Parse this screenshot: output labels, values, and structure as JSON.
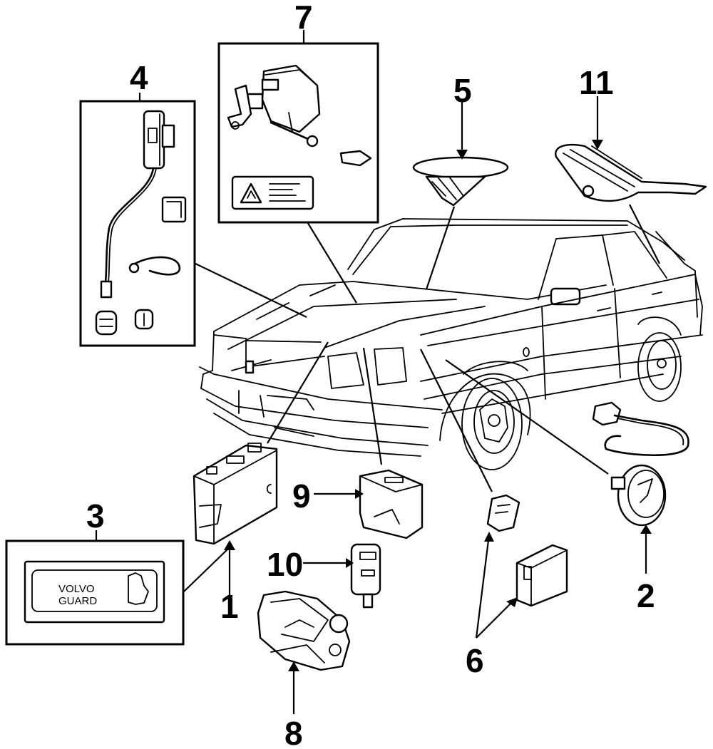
{
  "diagram": {
    "subject": "Sedan anti-theft / security system components",
    "line_color": "#000000",
    "background": "#ffffff",
    "callouts": [
      {
        "number": "1",
        "part": "control-module"
      },
      {
        "number": "2",
        "part": "ignition-lock-ring-antenna"
      },
      {
        "number": "3",
        "part": "warning-decal"
      },
      {
        "number": "4",
        "part": "sensor-switch-kit"
      },
      {
        "number": "5",
        "part": "interior-sensor"
      },
      {
        "number": "6",
        "part": "remote-and-receiver"
      },
      {
        "number": "7",
        "part": "siren-kit"
      },
      {
        "number": "8",
        "part": "door-lock-actuator"
      },
      {
        "number": "9",
        "part": "immobilizer-module"
      },
      {
        "number": "10",
        "part": "key-remote"
      },
      {
        "number": "11",
        "part": "roof-antenna"
      }
    ],
    "decal_text": [
      "VOLVO",
      "GUARD"
    ]
  }
}
